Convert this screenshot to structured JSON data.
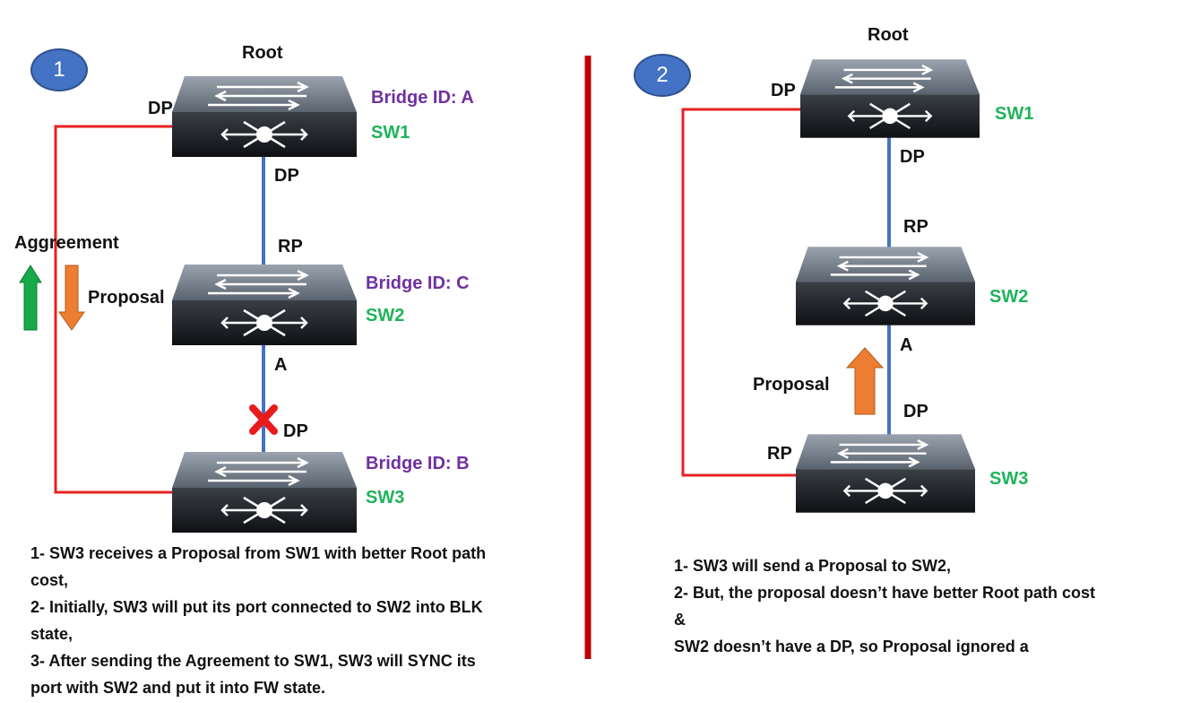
{
  "panel1": {
    "badge": "1",
    "root": "Root",
    "sw1": {
      "name": "SW1",
      "bridge_id": "Bridge ID: A",
      "port_left": "DP",
      "port_down": "DP"
    },
    "sw2": {
      "name": "SW2",
      "bridge_id": "Bridge ID: C",
      "port_up": "RP",
      "port_down": "A"
    },
    "sw3": {
      "name": "SW3",
      "bridge_id": "Bridge ID: B",
      "port_up": "DP"
    },
    "agreement": "Aggreement",
    "proposal": "Proposal",
    "notes": [
      "1- SW3 receives a Proposal from SW1 with better Root path",
      "cost,",
      "2- Initially, SW3 will put its port connected to SW2 into BLK",
      "state,",
      "3- After sending the Agreement to SW1, SW3 will SYNC its",
      "port with SW2 and put it into FW state."
    ]
  },
  "panel2": {
    "badge": "2",
    "root": "Root",
    "sw1": {
      "name": "SW1",
      "port_left": "DP",
      "port_down": "DP"
    },
    "sw2": {
      "name": "SW2",
      "port_up": "RP",
      "port_down": "A"
    },
    "sw3": {
      "name": "SW3",
      "port_up": "DP",
      "port_left": "RP"
    },
    "proposal": "Proposal",
    "notes": [
      "1- SW3 will send a Proposal to SW2,",
      "2- But, the proposal doesn’t have better Root path cost",
      "&",
      "SW2 doesn’t have a DP, so Proposal ignored a"
    ]
  },
  "colors": {
    "bridge_id": "#7030a0",
    "switch_name": "#1fb35a",
    "root_link": "#e82020",
    "link": "#4472c4",
    "divider": "#c00000",
    "agreement_arrow": "#18a94a",
    "proposal_arrow": "#ed7d31"
  }
}
